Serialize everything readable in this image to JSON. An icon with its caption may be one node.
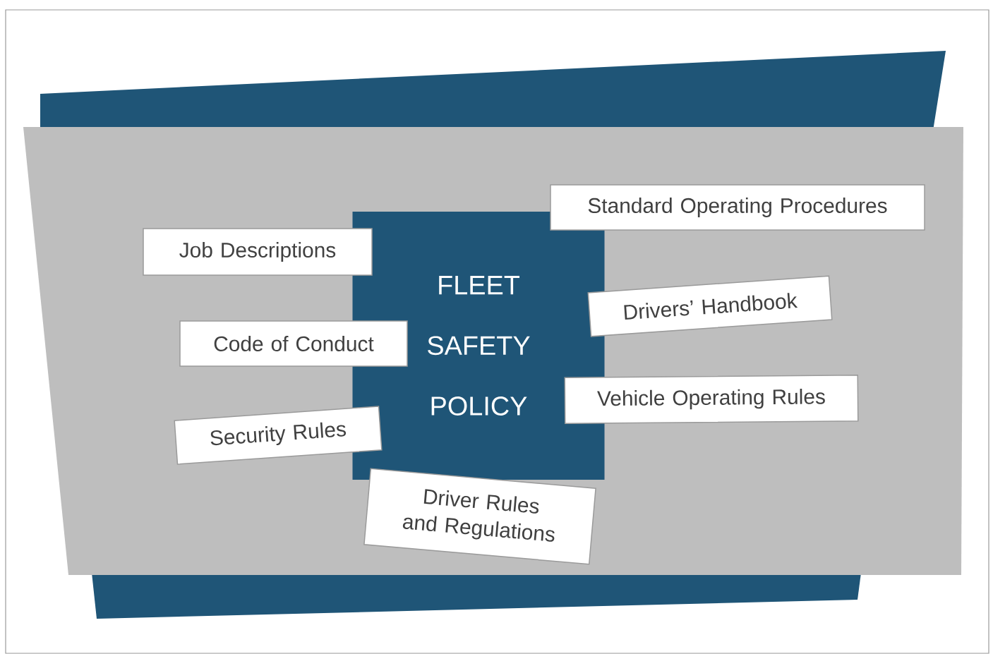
{
  "diagram": {
    "nodes": [
      {
        "text": [
          "Standard Operating Procedures"
        ]
      },
      {
        "text": [
          "Job Descriptions"
        ]
      },
      {
        "text": [
          "FLEET SAFETY POLICY"
        ]
      },
      {
        "text": [
          "Drivers’ Handbook"
        ]
      },
      {
        "text": [
          "Code of Conduct"
        ]
      },
      {
        "text": [
          "Vehicle Operating Rules"
        ]
      },
      {
        "text": [
          "Security Rules"
        ]
      },
      {
        "text": [
          "Driver Rules and Regulations"
        ]
      }
    ]
  }
}
